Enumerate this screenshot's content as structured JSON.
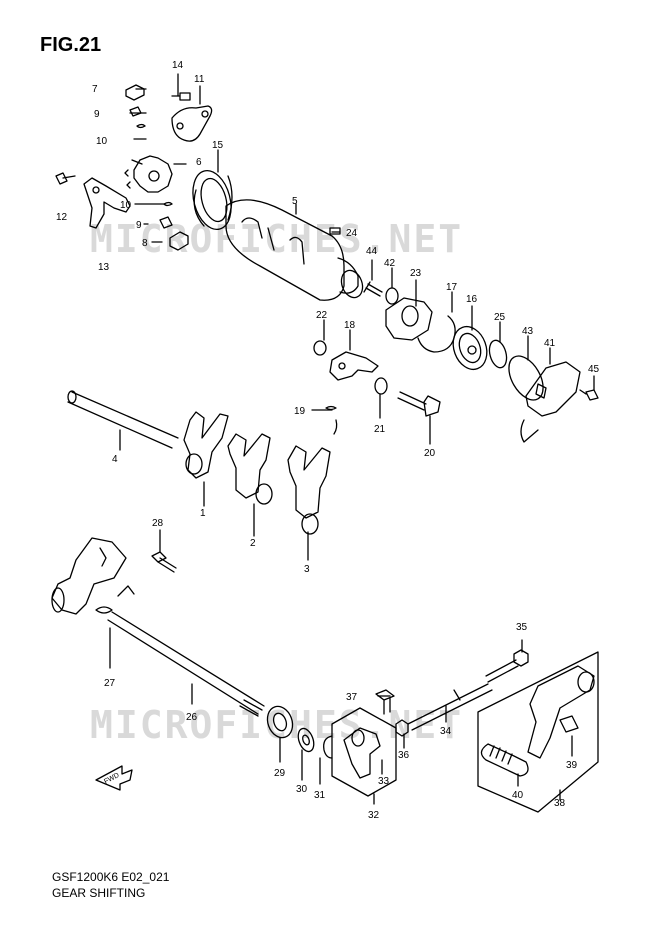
{
  "figure": {
    "title": "FIG.21",
    "code": "GSF1200K6 E02_021",
    "name": "GEAR SHIFTING"
  },
  "watermark": "MICROFICHES.NET",
  "fwd_label": "FWD",
  "callouts": [
    "1",
    "2",
    "3",
    "4",
    "5",
    "6",
    "7",
    "8",
    "9",
    "9",
    "10",
    "10",
    "11",
    "12",
    "13",
    "14",
    "15",
    "16",
    "17",
    "18",
    "19",
    "20",
    "21",
    "22",
    "23",
    "24",
    "25",
    "26",
    "27",
    "28",
    "29",
    "30",
    "31",
    "32",
    "33",
    "34",
    "35",
    "36",
    "37",
    "38",
    "39",
    "40",
    "41",
    "42",
    "43",
    "44",
    "45"
  ],
  "colors": {
    "line": "#000000",
    "watermark": "#d9d9d9",
    "background": "#ffffff"
  }
}
